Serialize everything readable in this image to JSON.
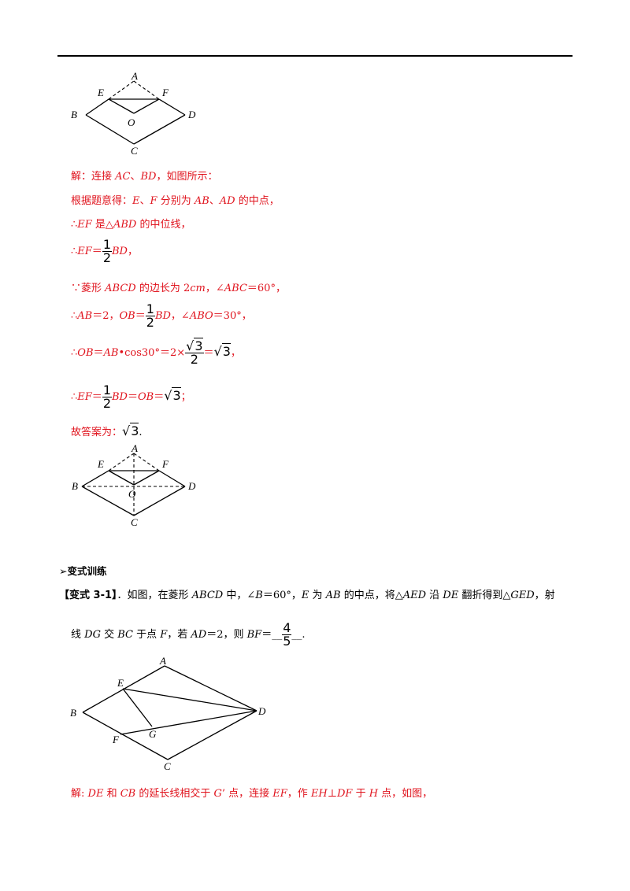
{
  "fig1": {
    "labels": {
      "A": "A",
      "B": "B",
      "C": "C",
      "D": "D",
      "E": "E",
      "F": "F",
      "O": "O"
    }
  },
  "fig2": {
    "labels": {
      "A": "A",
      "B": "B",
      "C": "C",
      "D": "D",
      "E": "E",
      "F": "F",
      "O": "O"
    }
  },
  "fig3": {
    "labels": {
      "A": "A",
      "B": "B",
      "C": "C",
      "D": "D",
      "E": "E",
      "F": "F",
      "G": "G"
    }
  },
  "solution": {
    "l1_a": "解：连接 ",
    "l1_ac": "AC",
    "l1_sep": "、",
    "l1_bd": "BD",
    "l1_b": "，如图所示：",
    "l2_a": "根据题意得：",
    "l2_e": "E",
    "l2_sep1": "、",
    "l2_f": "F",
    "l2_b": " 分别为 ",
    "l2_ab": "AB",
    "l2_sep2": "、",
    "l2_ad": "AD",
    "l2_c": " 的中点，",
    "l3_a": "∴",
    "l3_ef": "EF",
    "l3_b": " 是△",
    "l3_abd": "ABD",
    "l3_c": " 的中位线，",
    "l4_a": "∴",
    "l4_ef": "EF",
    "l4_eq": "＝",
    "l4_num": "1",
    "l4_den": "2",
    "l4_bd": "BD",
    "l4_end": "，",
    "l5_a": "∵菱形 ",
    "l5_abcd": "ABCD",
    "l5_b": " 的边长为 2",
    "l5_cm": "cm",
    "l5_c": "，∠",
    "l5_abc": "ABC",
    "l5_d": "＝60°，",
    "l6_a": "∴",
    "l6_ab": "AB",
    "l6_b": "＝2，",
    "l6_ob": "OB",
    "l6_eq": "＝",
    "l6_num": "1",
    "l6_den": "2",
    "l6_bd": "BD",
    "l6_c": "，∠",
    "l6_abo": "ABO",
    "l6_d": "＝30°，",
    "l7_a": "∴",
    "l7_ob": "OB",
    "l7_eq": "＝",
    "l7_ab": "AB",
    "l7_b": "•cos30°＝2×",
    "l7_num": "3",
    "l7_den": "2",
    "l7_eq2": "＝",
    "l7_rad": "3",
    "l7_end": "，",
    "l8_a": "∴",
    "l8_ef": "EF",
    "l8_eq": "＝",
    "l8_num": "1",
    "l8_den": "2",
    "l8_bd": "BD",
    "l8_eq2": "＝",
    "l8_ob": "OB",
    "l8_eq3": "＝",
    "l8_rad": "3",
    "l8_end": "；",
    "l9_a": "故答案为：",
    "l9_rad": "3",
    "l9_end": "."
  },
  "section": {
    "arrow": "➢",
    "title": "变式训练"
  },
  "problem": {
    "tag": "【变式 3-1】",
    "t1": "．如图，在菱形 ",
    "abcd": "ABCD",
    "t2": " 中，∠",
    "b": "B",
    "t3": "＝60°，",
    "e": "E",
    "t4": " 为 ",
    "ab": "AB",
    "t5": " 的中点，将△",
    "aed": "AED",
    "t6": " 沿 ",
    "de": "DE",
    "t7": " 翻折得到△",
    "ged": "GED",
    "t8": "，射",
    "t9": "线 ",
    "dg": "DG",
    "t10": " 交 ",
    "bc": "BC",
    "t11": " 于点 ",
    "f": "F",
    "t12": "，若 ",
    "ad": "AD",
    "t13": "＝2，则 ",
    "bf": "BF",
    "t14": "＝__",
    "num": "4",
    "den": "5",
    "t15": "__."
  },
  "answer2": {
    "a": "解: ",
    "de": "DE",
    "b": " 和 ",
    "cb": "CB",
    "c": " 的延长线相交于 ",
    "g": "G",
    "d": "’ 点，连接 ",
    "ef": "EF",
    "e": "，作 ",
    "eh": "EH",
    "f": "⊥",
    "df": "DF",
    "g2": " 于 ",
    "h": "H",
    "h2": " 点，如图，"
  }
}
